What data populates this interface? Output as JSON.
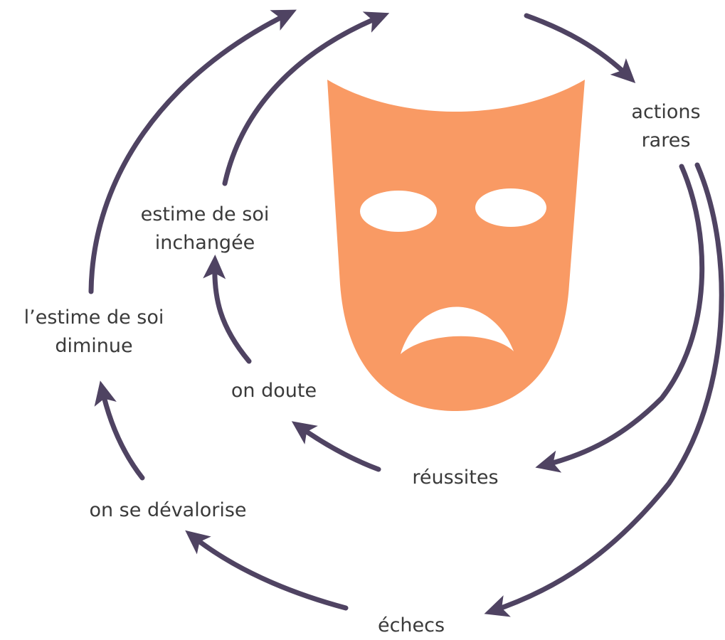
{
  "colors": {
    "arrow": "#4f4362",
    "mask": "#f99a64",
    "background": "#ffffff",
    "text": "#3a3a3a"
  },
  "icons": [
    "sad-theatre-mask-icon",
    "arrow-icon"
  ],
  "labels": {
    "actions_rares": [
      "actions",
      "rares"
    ],
    "estime_inchangee": [
      "estime de soi",
      "inchangée"
    ],
    "estime_diminue": [
      "l’estime de soi",
      "diminue"
    ],
    "on_doute": "on doute",
    "reussites": "réussites",
    "on_se_devalorise": "on se dévalorise",
    "echecs": "échecs"
  }
}
